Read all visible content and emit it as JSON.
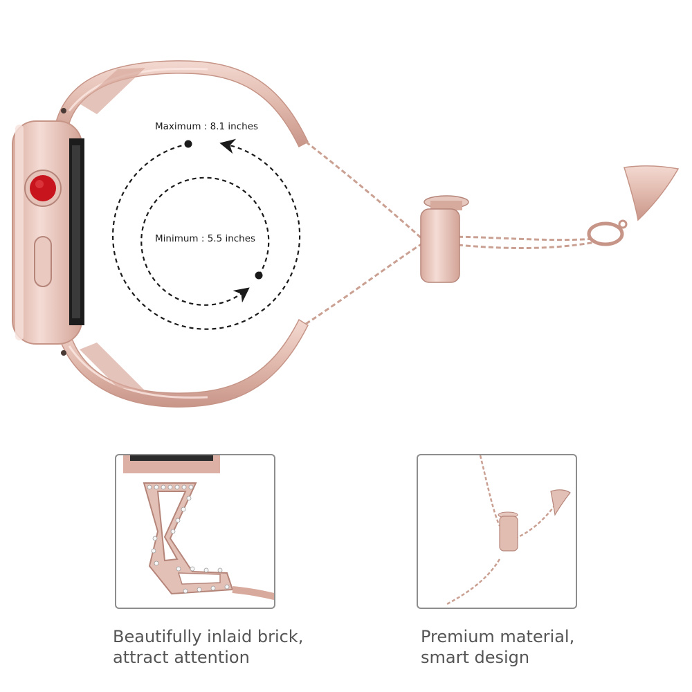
{
  "product_colors": {
    "rose_gold": "#e3c0b6",
    "rose_gold_dark": "#c69588",
    "rose_gold_light": "#f4dcd5",
    "crown_red": "#c8141c",
    "display_black": "#1c1c1c",
    "border_gray": "#8d8d8d",
    "caption_gray": "#555555"
  },
  "size_annotation": {
    "maximum": "Maximum : 8.1 inches",
    "minimum": "Minimum : 5.5 inches"
  },
  "features": [
    {
      "line1": "Beautifully inlaid brick,",
      "line2": "attract attention",
      "icon": "rhinestone-link-closeup"
    },
    {
      "line1": "Premium material,",
      "line2": "smart design",
      "icon": "chain-slider-closeup"
    }
  ]
}
